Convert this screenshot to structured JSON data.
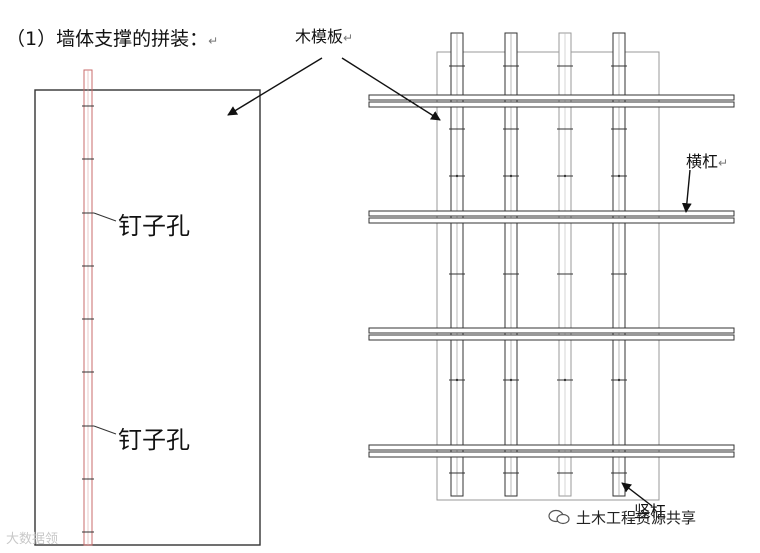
{
  "title": "（1）墙体支撑的拼装：",
  "return_mark": "↵",
  "labels": {
    "wood_formwork": "木模板",
    "nail_hole_top": "钉子孔",
    "nail_hole_bottom": "钉子孔",
    "horizontal_bar": "横杠",
    "vertical_bar": "竖杠"
  },
  "watermarks": {
    "left": "大数据领",
    "right": "土木工程资源共享"
  },
  "colors": {
    "line": "#222222",
    "light_line": "#9a9a9a",
    "stud_red": "#c86b6b"
  }
}
